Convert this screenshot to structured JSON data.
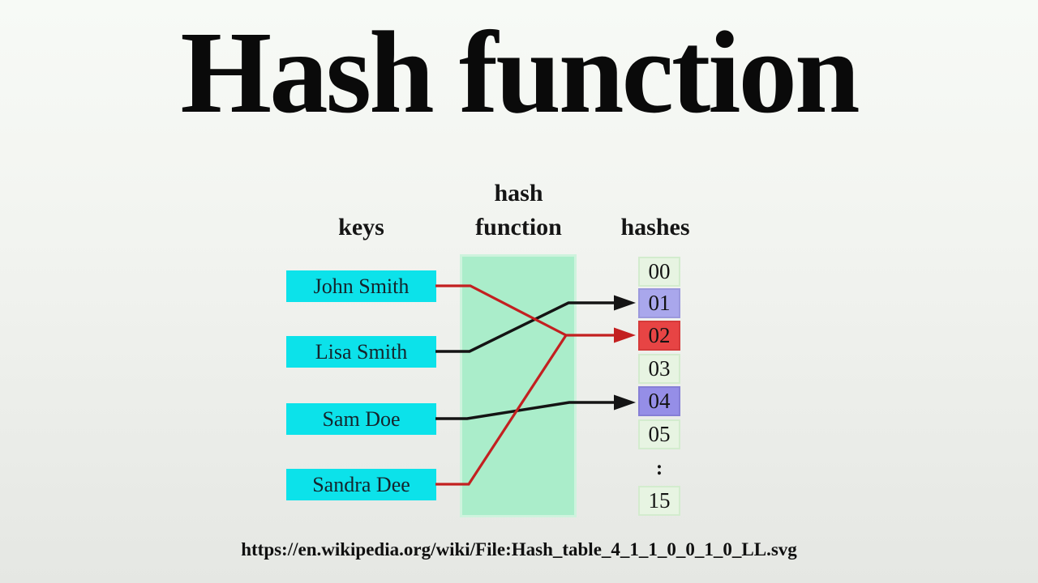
{
  "page": {
    "title": "Hash function",
    "source_url": "https://en.wikipedia.org/wiki/File:Hash_table_4_1_1_0_0_1_0_LL.svg"
  },
  "diagram": {
    "labels": {
      "keys": "keys",
      "hash_function_line1": "hash",
      "hash_function_line2": "function",
      "hashes": "hashes"
    },
    "keys": [
      {
        "label": "John Smith"
      },
      {
        "label": "Lisa Smith"
      },
      {
        "label": "Sam Doe"
      },
      {
        "label": "Sandra Dee"
      }
    ],
    "hash_cells": [
      {
        "label": "00",
        "state": "empty"
      },
      {
        "label": "01",
        "state": "occupied"
      },
      {
        "label": "02",
        "state": "collision"
      },
      {
        "label": "03",
        "state": "empty"
      },
      {
        "label": "04",
        "state": "occupied"
      },
      {
        "label": "05",
        "state": "empty"
      },
      {
        "label": ":",
        "state": "ellipsis"
      },
      {
        "label": "15",
        "state": "empty"
      }
    ],
    "mappings": [
      {
        "from": "John Smith",
        "to": "02",
        "color": "red"
      },
      {
        "from": "Lisa Smith",
        "to": "01",
        "color": "black"
      },
      {
        "from": "Sam Doe",
        "to": "04",
        "color": "black"
      },
      {
        "from": "Sandra Dee",
        "to": "02",
        "color": "red"
      }
    ],
    "colors": {
      "key_box": "#0ce2ea",
      "function_box": "#aaedca",
      "cell_empty": "#e7f4e2",
      "cell_occupied_01": "#a9a7ec",
      "cell_occupied_04": "#958ee7",
      "cell_collision": "#e74444",
      "line_black": "#141414",
      "line_red": "#c32020"
    }
  }
}
